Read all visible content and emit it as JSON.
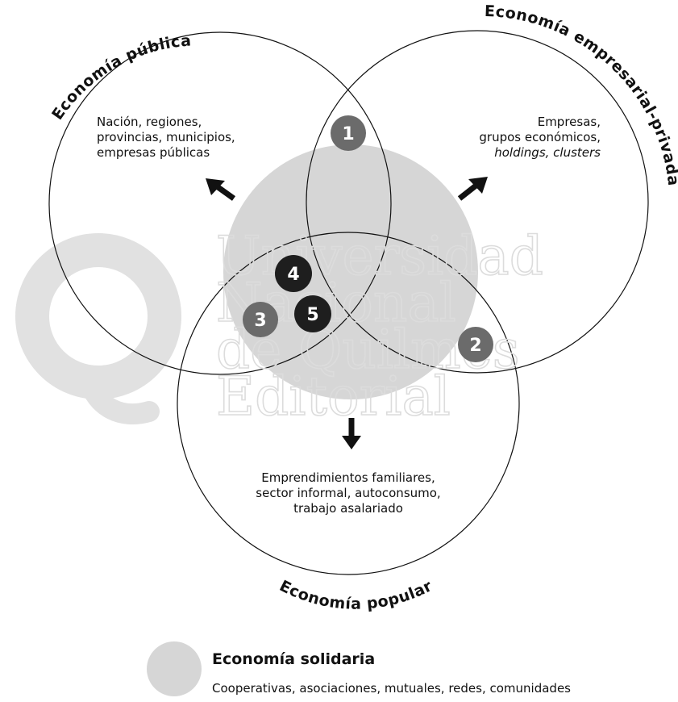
{
  "diagram": {
    "circles": {
      "publica": {
        "title": "Economía pública",
        "lines": [
          "Nación, regiones,",
          "provincias, municipios,",
          "empresas públicas"
        ]
      },
      "privada": {
        "title": "Economía empresarial-privada",
        "lines": [
          "Empresas,",
          "grupos económicos,",
          "holdings, clusters"
        ]
      },
      "popular": {
        "title": "Economía popular",
        "lines": [
          "Emprendimientos familiares,",
          "sector informal, autoconsumo,",
          "trabajo asalariado"
        ]
      }
    },
    "markers": [
      "1",
      "2",
      "3",
      "4",
      "5"
    ],
    "watermark": {
      "lines": [
        "Universidad",
        "Nacional",
        "de Quilmes",
        "Editorial"
      ],
      "logo_letter": "Q"
    }
  },
  "legend": {
    "title": "Economía solidaria",
    "text": "Cooperativas, asociaciones, mutuales, redes, comunidades"
  },
  "colors": {
    "solidaria_fill": "#d6d6d6",
    "marker_gray": "#6b6b6b",
    "marker_dark": "#1e1e1e",
    "watermark": "#e1e1e1",
    "line": "#111111"
  }
}
